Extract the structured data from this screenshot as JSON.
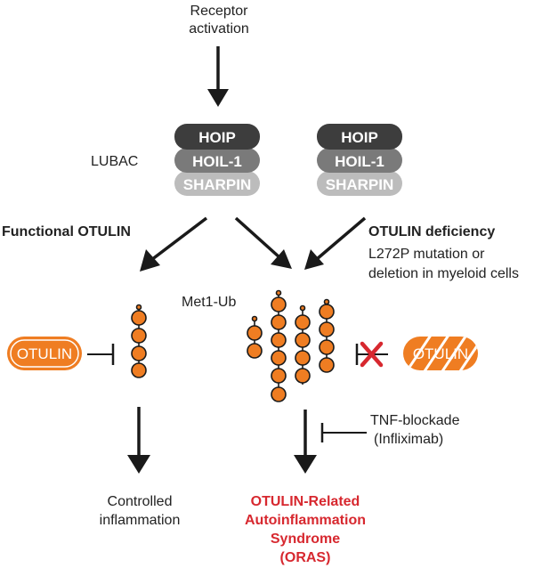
{
  "receptor": {
    "line1": "Receptor",
    "line2": "activation"
  },
  "lubac": {
    "label": "LUBAC",
    "subunits": [
      "HOIP",
      "HOIL-1",
      "SHARPIN"
    ],
    "colors": {
      "HOIP": "#3d3d3d",
      "HOIL-1": "#7a7a7a",
      "SHARPIN": "#bcbcbc"
    }
  },
  "functional": {
    "label": "Functional OTULIN"
  },
  "deficiency": {
    "title": "OTULIN deficiency",
    "line1": "L272P mutation or",
    "line2": "deletion in myeloid cells"
  },
  "met1": {
    "label": "Met1-Ub",
    "bead_color": "#ef7d22"
  },
  "otulin": {
    "label": "OTULIN",
    "color": "#ef7d22"
  },
  "tnf": {
    "line1": "TNF-blockade",
    "line2": "(Infliximab)"
  },
  "controlled": {
    "line1": "Controlled",
    "line2": "inflammation"
  },
  "oras": {
    "lines": [
      "OTULIN-Related",
      "Autoinflammation",
      "Syndrome",
      "(ORAS)"
    ],
    "color": "#d7282f"
  },
  "inhibit_mark": {
    "icon": "red-x-icon",
    "color": "#d7282f"
  }
}
